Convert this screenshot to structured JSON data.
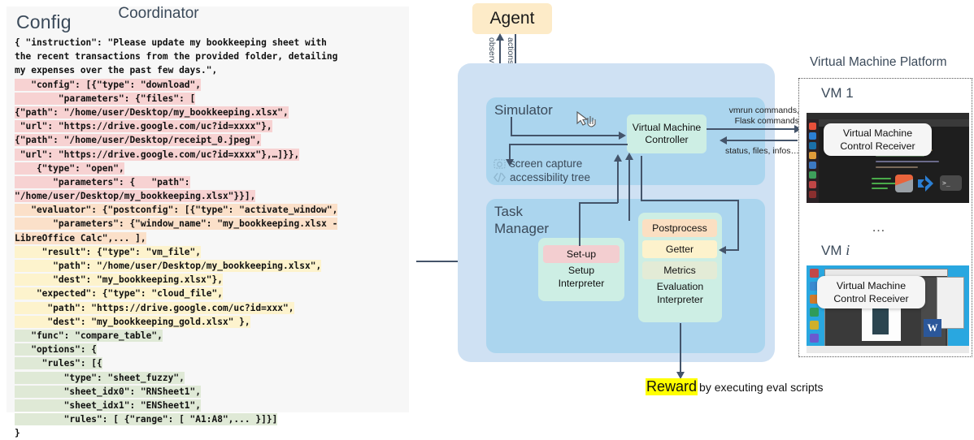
{
  "config": {
    "title": "Config",
    "lines": [
      {
        "t": "{ \"instruction\": \"Please update my bookkeeping sheet with",
        "h": "none"
      },
      {
        "t": "the recent transactions from the provided folder, detailing",
        "h": "none"
      },
      {
        "t": "my expenses over the past few days.\",",
        "h": "none"
      },
      {
        "t": "   \"config\": [{\"type\": \"download\",",
        "h": "pink"
      },
      {
        "t": "        \"parameters\": {\"files\": [",
        "h": "pink"
      },
      {
        "t": "{\"path\": \"/home/user/Desktop/my_bookkeeping.xlsx\",",
        "h": "pink"
      },
      {
        "t": " \"url\": \"https://drive.google.com/uc?id=xxxx\"},",
        "h": "pink"
      },
      {
        "t": "{\"path\": \"/home/user/Desktop/receipt_0.jpeg\",",
        "h": "pink"
      },
      {
        "t": " \"url\": \"https://drive.google.com/uc?id=xxxx\"},…]}},",
        "h": "pink"
      },
      {
        "t": "    {\"type\": \"open\",",
        "h": "pink"
      },
      {
        "t": "       \"parameters\": {   \"path\":",
        "h": "pink"
      },
      {
        "t": "\"/home/user/Desktop/my_bookkeeping.xlsx\"}}],",
        "h": "pink"
      },
      {
        "t": "   \"evaluator\": {\"postconfig\": [{\"type\": \"activate_window\",",
        "h": "orange"
      },
      {
        "t": "       \"parameters\": {\"window_name\": \"my_bookkeeping.xlsx -",
        "h": "orange"
      },
      {
        "t": "LibreOffice Calc\",... ],",
        "h": "orange"
      },
      {
        "t": "     \"result\": {\"type\": \"vm_file\",",
        "h": "yellow"
      },
      {
        "t": "       \"path\": \"/home/user/Desktop/my_bookkeeping.xlsx\",",
        "h": "yellow"
      },
      {
        "t": "       \"dest\": \"my_bookkeeping.xlsx\"},",
        "h": "yellow"
      },
      {
        "t": "    \"expected\": {\"type\": \"cloud_file\",",
        "h": "yellow"
      },
      {
        "t": "      \"path\": \"https://drive.google.com/uc?id=xxx\",",
        "h": "yellow"
      },
      {
        "t": "      \"dest\": \"my_bookkeeping_gold.xlsx\" },",
        "h": "yellow"
      },
      {
        "t": "   \"func\": \"compare_table\",",
        "h": "green"
      },
      {
        "t": "   \"options\": {",
        "h": "green"
      },
      {
        "t": "     \"rules\": [{",
        "h": "green"
      },
      {
        "t": "         \"type\": \"sheet_fuzzy\",",
        "h": "green"
      },
      {
        "t": "         \"sheet_idx0\": \"RNSheet1\",",
        "h": "green"
      },
      {
        "t": "         \"sheet_idx1\": \"ENSheet1\",",
        "h": "green"
      },
      {
        "t": "         \"rules\": [ {\"range\": [ \"A1:A8\",... }]}]",
        "h": "green"
      },
      {
        "t": "}",
        "h": "none"
      }
    ]
  },
  "agent": {
    "label": "Agent",
    "observations_label": "observations",
    "actions_label": "actions"
  },
  "coordinator": {
    "title": "Coordinator",
    "simulator": {
      "title": "Simulator",
      "vm_controller": {
        "line1": "Virtual Machine",
        "line2": "Controller"
      },
      "features": [
        "screen capture",
        "accessibility tree"
      ],
      "feature_icons": [
        "camera-icon",
        "code-brackets-icon"
      ]
    },
    "task_manager": {
      "title": "Task\nManager",
      "title_line1": "Task",
      "title_line2": "Manager",
      "setup_interpreter": {
        "chip": "Set-up",
        "caption_line1": "Setup",
        "caption_line2": "Interpreter"
      },
      "evaluation_interpreter": {
        "chips": [
          "Postprocess",
          "Getter",
          "Metrics"
        ],
        "caption_line1": "Evaluation",
        "caption_line2": "Interpreter"
      }
    }
  },
  "channels": {
    "to_vm_line1": "vmrun commands,",
    "to_vm_line2": "Flask commands",
    "from_vm": "status, files, infos…"
  },
  "reward": {
    "word": "Reward",
    "rest": "by executing eval scripts",
    "highlight_color": "#ffff00"
  },
  "vm_platform": {
    "title": "Virtual Machine Platform",
    "vm1_label": "VM 1",
    "vmi_label_prefix": "VM ",
    "vmi_label_italic": "i",
    "ellipsis": "…",
    "tooltip": {
      "line1": "Virtual Machine",
      "line2": "Control Receiver"
    }
  },
  "colors": {
    "panel_bg": "#f7f7f7",
    "agent_bg": "#fdebc8",
    "coordinator_bg": "#cfe1f3",
    "inner_bg": "#abd5ee",
    "mint_bg": "#cdeee4",
    "pink_chip": "#f3ced0",
    "orange_chip": "#fbdfc2",
    "yellow_chip": "#fdf2cc",
    "green_chip": "#e3ebd6",
    "arrow": "#44546a",
    "heading_text": "#3b4a5a"
  }
}
